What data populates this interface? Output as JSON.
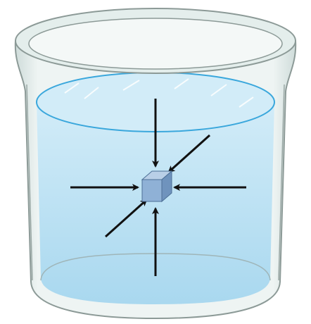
{
  "diagram": {
    "colors": {
      "glass_outline": "#8c9a97",
      "glass_fill": "#e2ecea",
      "rim_inner": "#d4e2df",
      "water_top": "#d2ecf8",
      "water_deep": "#a9d8ef",
      "water_surface_line": "#3aa7dc",
      "cube_front": "#8fb1d6",
      "cube_top": "#b9cfe7",
      "cube_side": "#6f93bd",
      "arrow": "#111111"
    },
    "arrows": [
      {
        "direction": "down"
      },
      {
        "direction": "up"
      },
      {
        "direction": "right"
      },
      {
        "direction": "left"
      },
      {
        "direction": "down-left"
      },
      {
        "direction": "up-right"
      }
    ]
  }
}
